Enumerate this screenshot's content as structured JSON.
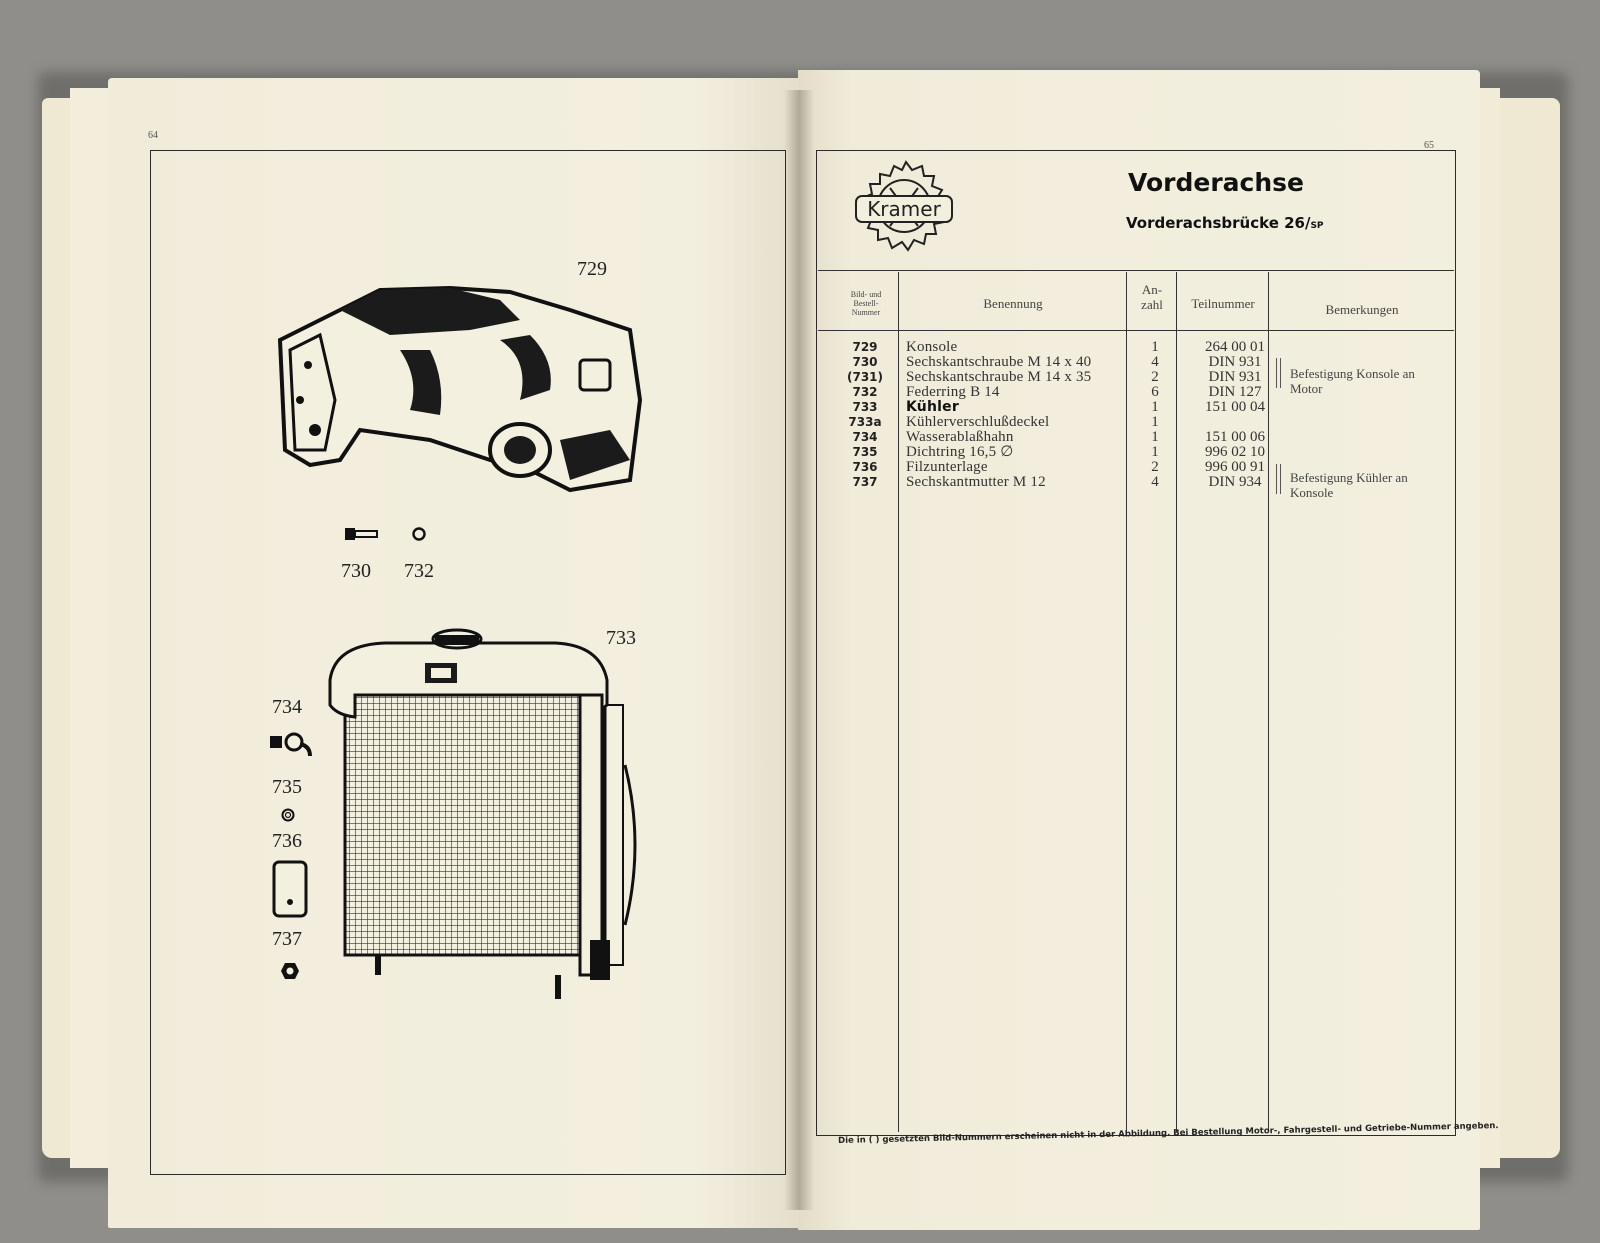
{
  "left_page": {
    "page_number": "64",
    "callouts": {
      "c729": "729",
      "c730": "730",
      "c732": "732",
      "c733": "733",
      "c734": "734",
      "c735": "735",
      "c736": "736",
      "c737": "737"
    }
  },
  "right_page": {
    "page_number": "65",
    "logo_text": "Kramer",
    "title": "Vorderachse",
    "subtitle_main": "Vorderachsbrücke 26/",
    "subtitle_suffix": "SP",
    "columns": {
      "no_line1": "Bild- und",
      "no_line2": "Bestell-",
      "no_line3": "Nummer",
      "name": "Benennung",
      "qty_line1": "An-",
      "qty_line2": "zahl",
      "part": "Teilnummer",
      "remarks": "Bemerkungen"
    },
    "rows": [
      {
        "no": "729",
        "name": "Konsole",
        "qty": "1",
        "part": "264 00 01"
      },
      {
        "no": "730",
        "name": "Sechskantschraube M 14 x 40",
        "qty": "4",
        "part": "DIN 931"
      },
      {
        "no": "(731)",
        "name": "Sechskantschraube M 14 x 35",
        "qty": "2",
        "part": "DIN 931"
      },
      {
        "no": "732",
        "name": "Federring B 14",
        "qty": "6",
        "part": "DIN 127"
      },
      {
        "no": "733",
        "name": "Kühler",
        "qty": "1",
        "part": "151 00 04"
      },
      {
        "no": "733a",
        "name": "Kühlerverschlußdeckel",
        "qty": "1",
        "part": ""
      },
      {
        "no": "734",
        "name": "Wasserablaßhahn",
        "qty": "1",
        "part": "151 00 06"
      },
      {
        "no": "735",
        "name": "Dichtring 16,5 ∅",
        "qty": "1",
        "part": "996 02 10"
      },
      {
        "no": "736",
        "name": "Filzunterlage",
        "qty": "2",
        "part": "996 00 91"
      },
      {
        "no": "737",
        "name": "Sechskantmutter M 12",
        "qty": "4",
        "part": "DIN 934"
      }
    ],
    "remarks": {
      "r1_line1": "Befestigung Konsole an",
      "r1_line2": "Motor",
      "r2_line1": "Befestigung Kühler an",
      "r2_line2": "Konsole"
    },
    "footer": "Die in ( ) gesetzten Bild-Nummern erscheinen nicht in der Abbildung. Bei Bestellung Motor-, Fahrgestell- und Getriebe-Nummer angeben."
  }
}
